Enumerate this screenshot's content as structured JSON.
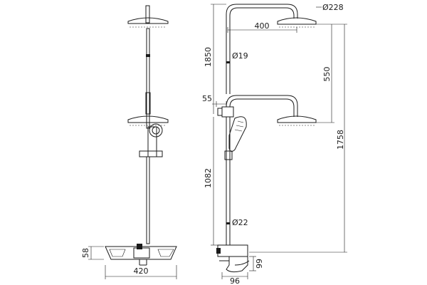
{
  "colors": {
    "line": "#1a1a1a",
    "background": "#ffffff"
  },
  "dimensions": {
    "head_diameter": "Ø228",
    "arm_length": "400",
    "column_height": "1850",
    "upper_pipe_diameter": "Ø19",
    "head_drop": "550",
    "lower_arm_offset": "55",
    "overall_height": "1758",
    "lower_height": "1082",
    "lower_pipe_diameter": "Ø22",
    "shelf_height": "58",
    "shelf_width": "420",
    "spout_height": "99",
    "spout_length": "96"
  }
}
